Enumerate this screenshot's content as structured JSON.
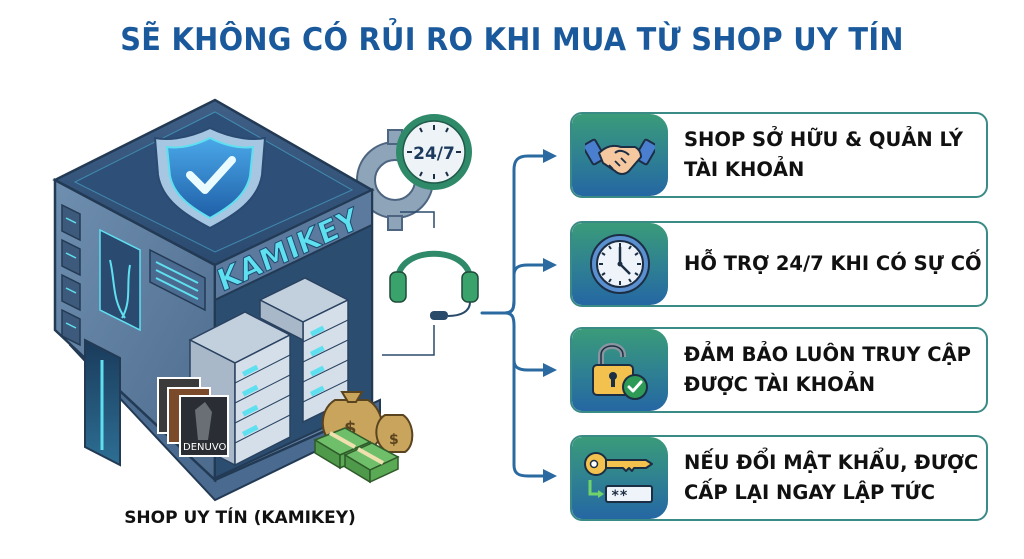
{
  "title": "SẼ KHÔNG CÓ RỦI RO KHI MUA TỪ SHOP UY TÍN",
  "illustration": {
    "building_sign": "KAMIKEY",
    "clock_badge": "24/7",
    "game_box_label": "DENUVO",
    "money_symbol": "$",
    "caption": "SHOP UY TÍN (KAMIKEY)"
  },
  "features": [
    {
      "icon": "handshake-icon",
      "text": "SHOP SỞ HỮU & QUẢN LÝ\nTÀI KHOẢN"
    },
    {
      "icon": "clock-icon",
      "text": "HỖ TRỢ 24/7 KHI CÓ SỰ CỐ"
    },
    {
      "icon": "unlocked-padlock-check-icon",
      "text": "ĐẢM BẢO LUÔN TRUY CẬP\nĐƯỢC TÀI KHOẢN"
    },
    {
      "icon": "key-password-icon",
      "text": "NẾU ĐỔI MẬT KHẨU, ĐƯỢC\nCẤP LẠI NGAY LẬP TỨC"
    }
  ],
  "colors": {
    "title_blue": "#1a5a9c",
    "panel_green": "#3a9b79",
    "panel_blue": "#2567a3",
    "connector_blue": "#2a6aa0",
    "neon_cyan": "#5fe0f0"
  },
  "password_mask": "**"
}
